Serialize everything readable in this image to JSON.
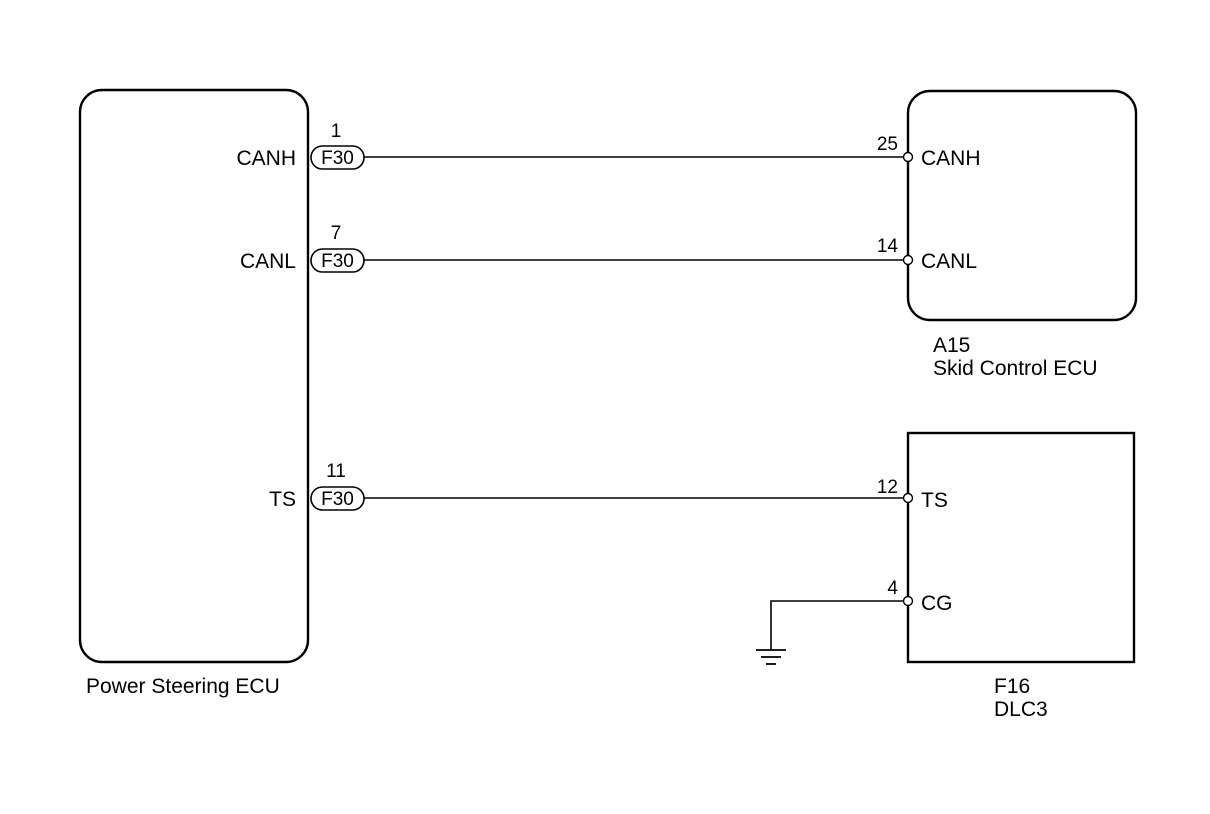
{
  "components": {
    "power_steering_ecu": {
      "name": "Power Steering ECU",
      "pins": [
        {
          "name": "CANH",
          "number": "1",
          "connector": "F30"
        },
        {
          "name": "CANL",
          "number": "7",
          "connector": "F30"
        },
        {
          "name": "TS",
          "number": "11",
          "connector": "F30"
        }
      ]
    },
    "skid_control_ecu": {
      "code": "A15",
      "name": "Skid Control ECU",
      "pins": [
        {
          "name": "CANH",
          "number": "25"
        },
        {
          "name": "CANL",
          "number": "14"
        }
      ]
    },
    "dlc3": {
      "code": "F16",
      "name": "DLC3",
      "pins": [
        {
          "name": "TS",
          "number": "12"
        },
        {
          "name": "CG",
          "number": "4"
        }
      ]
    }
  },
  "wires": [
    {
      "from": "Power Steering ECU CANH (1)",
      "to": "Skid Control ECU CANH (25)"
    },
    {
      "from": "Power Steering ECU CANL (7)",
      "to": "Skid Control ECU CANL (14)"
    },
    {
      "from": "Power Steering ECU TS (11)",
      "to": "DLC3 TS (12)"
    },
    {
      "from": "DLC3 CG (4)",
      "to": "ground"
    }
  ]
}
